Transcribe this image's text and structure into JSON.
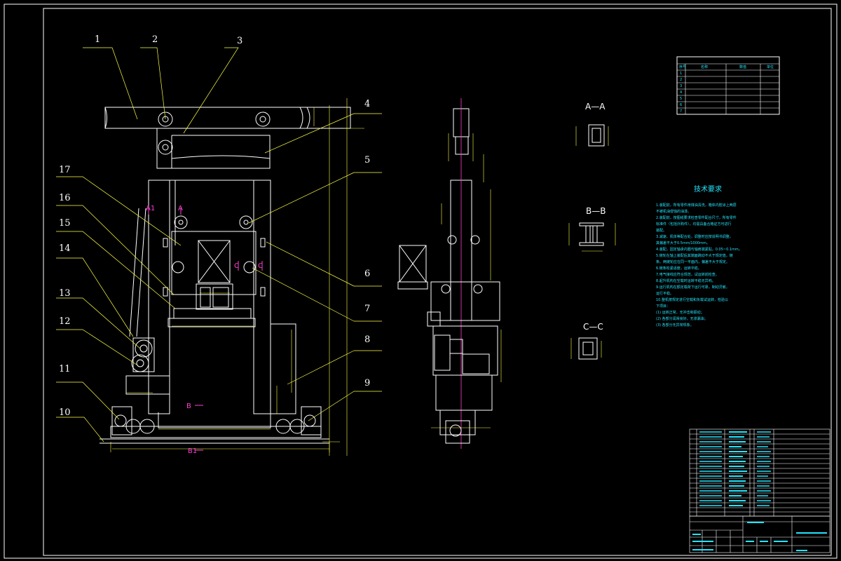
{
  "drawing": {
    "balloons": [
      "1",
      "2",
      "3",
      "4",
      "5",
      "6",
      "7",
      "8",
      "9",
      "10",
      "11",
      "12",
      "13",
      "14",
      "15",
      "16",
      "17"
    ],
    "section_labels": {
      "aa": "A—A",
      "bb": "B—B",
      "cc": "C—C"
    },
    "view_marks": {
      "a": "A",
      "a1": "A1",
      "b": "B",
      "b1": "B1",
      "c": "C",
      "c1": "C"
    },
    "tech_requirements": {
      "title": "技术要求",
      "lines": [
        "1.装配前，所有零件用煤油清洗，箱体内腔涂上两层",
        "  不被机油侵蚀的油漆。",
        "2.装配前，按图纸要求检查零件配合尺寸，所有零件",
        "  标准件（包括外购件），均需具备合格证方可进行",
        "  装配。",
        "3.减速、机体等配合处，调整时应按说明书调整，",
        "  其偏差不大于0.5mm/1000mm。",
        "4.装配，固定轴承内圈与轴肩端紧贴，0.05~0.1mm。",
        "5.链轮在轴上装配后其端面跳动不大于规定值，链",
        "  条。两链轮应在同一平面内，偏差不大于规定。",
        "6.链条松紧适度，运转平稳。",
        "7.电气接线应符合规范，试运转前检查。",
        "8.起升机构在空载时运转平稳无异响。",
        "9.运行机构在额定载荷下运行可靠，制动灵敏，",
        "  运行平稳。",
        "10.整机按规定进行空载和负载试运转，检验以",
        "  下项目：",
        "  (1) 运转正常，无冲击和振动；",
        "  (2) 各部分润滑良好，无渗漏油；",
        "  (3) 各部分无异常现象。"
      ]
    },
    "param_table": {
      "title": "",
      "headers": [
        "序号",
        "名称",
        "数值",
        "单位"
      ],
      "rows": [
        [
          "1",
          "",
          "",
          "",
          ""
        ],
        [
          "2",
          "",
          "",
          "",
          ""
        ],
        [
          "3",
          "",
          "",
          "",
          ""
        ],
        [
          "4",
          "",
          "",
          "",
          ""
        ],
        [
          "5",
          "",
          "",
          "",
          ""
        ],
        [
          "6",
          "",
          "",
          "",
          ""
        ],
        [
          "7",
          "",
          "",
          "",
          ""
        ]
      ]
    },
    "title_block": {
      "title": "",
      "drawing_no": ""
    }
  },
  "colors": {
    "background": "#000000",
    "frame": "#ffffff",
    "dimension": "#ffff44",
    "highlight": "#ff3fd0",
    "text": "#22e6ff"
  }
}
